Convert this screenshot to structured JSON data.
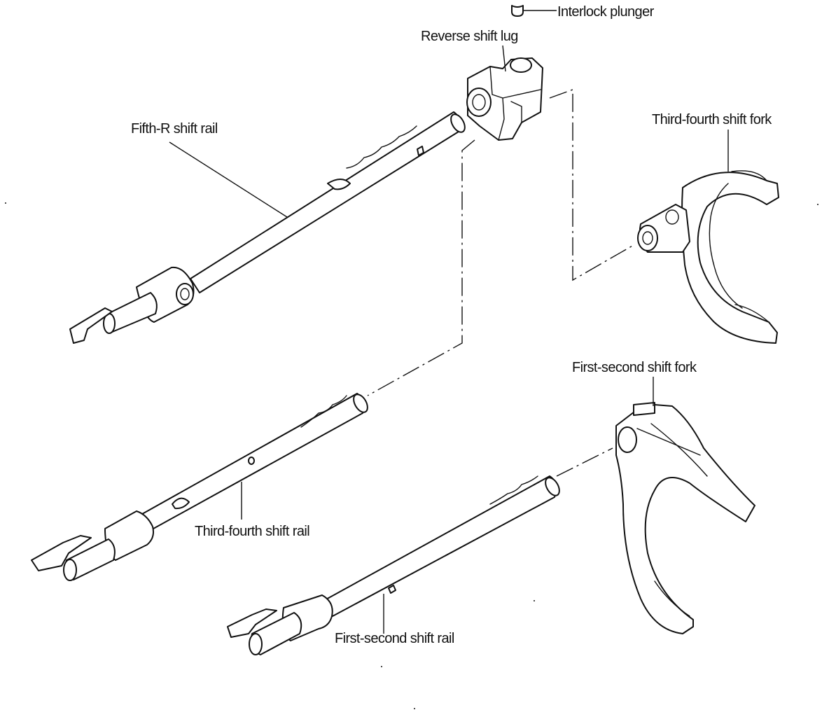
{
  "labels": {
    "interlock_plunger": "Interlock plunger",
    "reverse_shift_lug": "Reverse shift lug",
    "fifth_r_shift_rail": "Fifth-R shift rail",
    "third_fourth_shift_fork": "Third-fourth shift fork",
    "first_second_shift_fork": "First-second shift fork",
    "third_fourth_shift_rail": "Third-fourth shift rail",
    "first_second_shift_rail": "First-second shift rail"
  },
  "colors": {
    "ink": "#111111",
    "background": "#ffffff"
  }
}
